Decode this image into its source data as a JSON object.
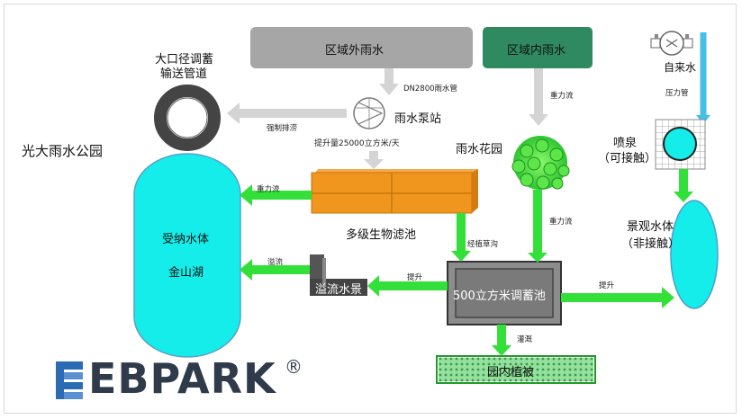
{
  "title": "光大雨水公园",
  "sources": {
    "outside_rain": "区域外雨水",
    "inside_rain": "区域内雨水",
    "tap_water": "自来水"
  },
  "nodes": {
    "pipeline": [
      "大口径调蓄",
      "输送管道"
    ],
    "pump_station": "雨水泵站",
    "rain_garden": "雨水花园",
    "fountain": [
      "喷泉",
      "（可接触）"
    ],
    "receiving_water": "受纳水体",
    "jinshan_lake": "金山湖",
    "bio_filter": "多级生物滤池",
    "overflow_feature": "溢流水景",
    "storage_tank": "500立方米调蓄池",
    "landscape_water": [
      "景观水体",
      "（非接触）"
    ],
    "park_vegetation": "园内植被"
  },
  "edge_labels": {
    "dn2800": "DN2800雨水管",
    "forced_drain": "强制排涝",
    "lift_capacity": "提升量25000立方米/天",
    "gravity_inside": "重力流",
    "pressure_pipe": "压力管",
    "gravity_filter": "重力流",
    "gravity_garden": "重力流",
    "grass_ditch": "经植草沟",
    "overflow": "溢流",
    "lift_left": "提升",
    "lift_right": "提升",
    "irrigation": "灌溉"
  },
  "brand": {
    "name": "EBPARK",
    "mark": "®"
  },
  "colors": {
    "grey_box": "#a6a6a6",
    "green_box": "#2f8a62",
    "green_arrow": "#33e03a",
    "grey_arrow": "#d4d4d4",
    "cyan_water": "#14ede9",
    "orange_filter": "#f0961e",
    "blue_pipe": "#45bfe6",
    "logo_blue": "#2b6bb3"
  }
}
